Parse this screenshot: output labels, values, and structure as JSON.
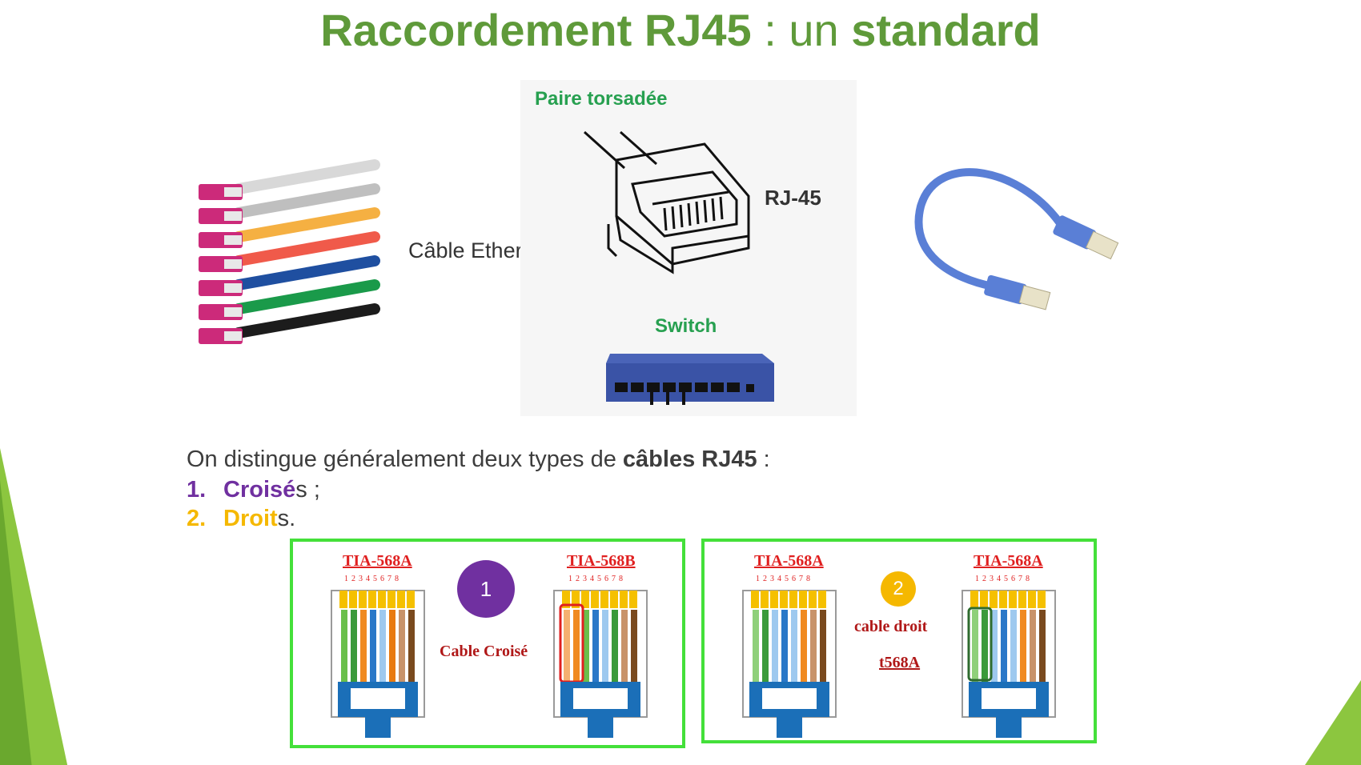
{
  "slide": {
    "title_part1": "Raccordement RJ45",
    "title_sep": " : un ",
    "title_part2": "standard"
  },
  "images": {
    "cables_label": "Câble Ethernet",
    "paire_label": "Paire torsadée",
    "rj45_label": "RJ-45",
    "switch_label": "Switch"
  },
  "text": {
    "intro_pre": "On distingue généralement deux types de ",
    "intro_bold": "câbles RJ45",
    "intro_post": " :",
    "items": [
      {
        "num": "1.",
        "highlight": "Croisé",
        "rest": "s ;"
      },
      {
        "num": "2.",
        "highlight": "Droit",
        "rest": "s."
      }
    ]
  },
  "diagram_cross": {
    "left_std": "TIA-568A",
    "right_std": "TIA-568B",
    "pins": "12345678",
    "badge": "1",
    "caption": "Cable Croisé"
  },
  "diagram_straight": {
    "left_std": "TIA-568A",
    "right_std": "TIA-568A",
    "pins": "12345678",
    "badge": "2",
    "caption_line1": "cable droit",
    "caption_line2": "t568A"
  },
  "colors": {
    "title_green": "#5f9a3a",
    "label_green": "#27a050",
    "purple": "#7030a0",
    "gold": "#f5b800",
    "box_green": "#44e03a",
    "std_red": "#e02020"
  }
}
